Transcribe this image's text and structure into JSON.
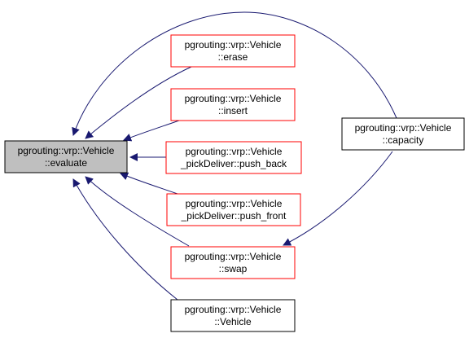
{
  "colors": {
    "edge": "#191970",
    "selected_fill": "#bfbfbf",
    "selected_border": "#000000",
    "caller_border": "#ff0000",
    "plain_border": "#000000",
    "node_fill": "#ffffff"
  },
  "nodes": {
    "evaluate": {
      "line1": "pgrouting::vrp::Vehicle",
      "line2": "::evaluate"
    },
    "erase": {
      "line1": "pgrouting::vrp::Vehicle",
      "line2": "::erase"
    },
    "insert": {
      "line1": "pgrouting::vrp::Vehicle",
      "line2": "::insert"
    },
    "push_back": {
      "line1": "pgrouting::vrp::Vehicle",
      "line2": "_pickDeliver::push_back"
    },
    "push_front": {
      "line1": "pgrouting::vrp::Vehicle",
      "line2": "_pickDeliver::push_front"
    },
    "swap": {
      "line1": "pgrouting::vrp::Vehicle",
      "line2": "::swap"
    },
    "vehicle": {
      "line1": "pgrouting::vrp::Vehicle",
      "line2": "::Vehicle"
    },
    "capacity": {
      "line1": "pgrouting::vrp::Vehicle",
      "line2": "::capacity"
    }
  }
}
